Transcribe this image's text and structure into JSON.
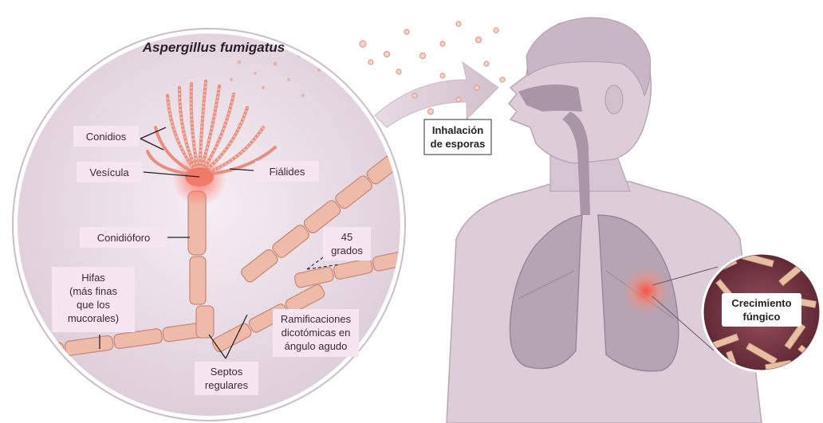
{
  "figure": {
    "title": "Aspergillus fumigatus",
    "labels": {
      "conidios": "Conidios",
      "vesicula": "Vesícula",
      "fialides": "Fiálides",
      "conidioforo": "Conidióforo",
      "grados_1": "45",
      "grados_2": "grados",
      "hifas_1": "Hifas",
      "hifas_2": "(más finas",
      "hifas_3": "que los",
      "hifas_4": "mucorales)",
      "ramif_1": "Ramificaciones",
      "ramif_2": "dicotómicas en",
      "ramif_3": "ángulo agudo",
      "septos_1": "Septos",
      "septos_2": "regulares",
      "inhalacion_1": "Inhalación",
      "inhalacion_2": "de esporas",
      "crecimiento_1": "Crecimiento",
      "crecimiento_2": "fúngico"
    },
    "colors": {
      "circle_bg": "#ece0ea",
      "hypha": "#eab4a4",
      "hypha_stroke": "#c98a7a",
      "body": "#d9c9d6",
      "lung": "#b3a1b0",
      "highlight": "#f05a4a",
      "label_bg": "#f6e6ef"
    }
  }
}
